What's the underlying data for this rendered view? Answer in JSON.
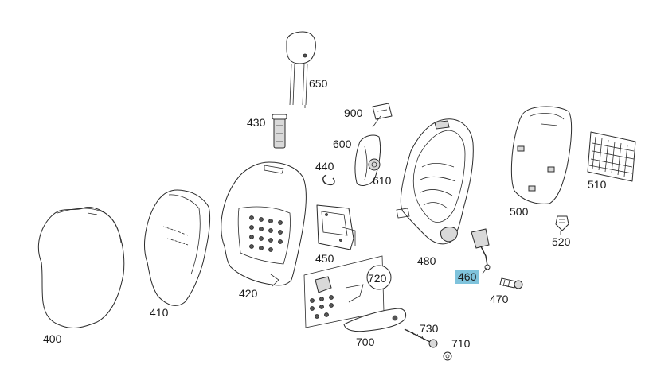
{
  "parts": [
    {
      "id": "p400",
      "label": "400"
    },
    {
      "id": "p410",
      "label": "410"
    },
    {
      "id": "p420",
      "label": "420"
    },
    {
      "id": "p430",
      "label": "430"
    },
    {
      "id": "p440",
      "label": "440"
    },
    {
      "id": "p450",
      "label": "450"
    },
    {
      "id": "p460",
      "label": "460",
      "highlighted": true
    },
    {
      "id": "p470",
      "label": "470"
    },
    {
      "id": "p480",
      "label": "480"
    },
    {
      "id": "p500",
      "label": "500"
    },
    {
      "id": "p510",
      "label": "510"
    },
    {
      "id": "p520",
      "label": "520"
    },
    {
      "id": "p600",
      "label": "600"
    },
    {
      "id": "p610",
      "label": "610"
    },
    {
      "id": "p650",
      "label": "650"
    },
    {
      "id": "p700",
      "label": "700"
    },
    {
      "id": "p710",
      "label": "710"
    },
    {
      "id": "p720",
      "label": "720"
    },
    {
      "id": "p730",
      "label": "730"
    },
    {
      "id": "p900",
      "label": "900"
    }
  ],
  "highlight_color": "#7fc3dc"
}
